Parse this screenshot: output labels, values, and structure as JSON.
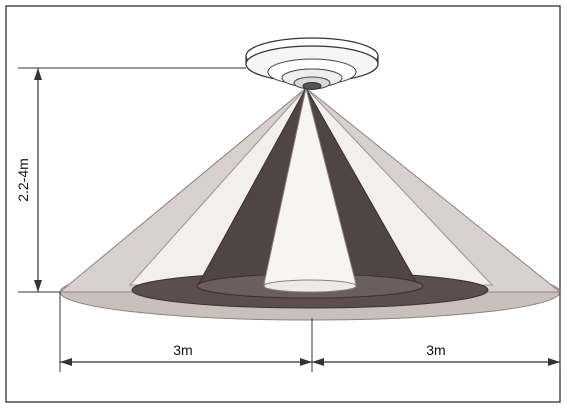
{
  "diagram": {
    "height_label": "2.2-4m",
    "left_radius_label": "3m",
    "right_radius_label": "3m"
  },
  "colors": {
    "frame": "#222222",
    "outer_cone": "#d8d0cc",
    "outer_base": "#c9c0bc",
    "mid_cone": "#f2efee",
    "dark_cone": "#4f4543",
    "dark_base": "#5a4f4d",
    "inner_cone": "#f7f5f4",
    "sensor_body": "#ffffff",
    "line": "#333333"
  },
  "icons": {
    "sensor": "ceiling-motion-sensor-icon"
  }
}
